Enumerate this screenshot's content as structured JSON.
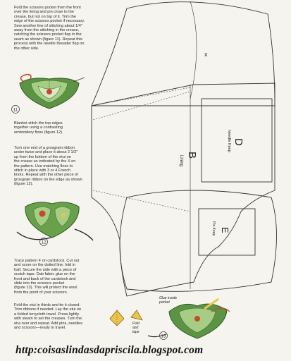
{
  "instructions": {
    "step1": "Fold the scissors pocket from the front\nover the lining and pin close to the\ncrease, but not on top of it. Trim the\nedge of the scissors pocket if necessary.\nSew another line of stitching about 1/4\"\naway from the stitching in the crease,\ncatching the scissors pocket flap in the\nseam as shown (figure 11). Repeat this\nprocess with the needle threader flap on\nthe other side.",
    "step2": "Blanket stitch the top edges\ntogether using a contrasting\nembroidery floss (figure 12).",
    "step3": "Turn one end of a grosgrain ribbon\nunder twice and place it about 2 1/2\"\nup from the bottom of the etui on\nthe crease as indicated by the X on\nthe pattern. Use matching floss to\nstitch in place with 3 or 4 French\nknots. Repeat with the other piece of\ngrosgrain ribbon on the edge as shown\n(figure 12).",
    "step4": "Trace pattern F on cardstock. Cut out\nand score on the dotted line; fold in\nhalf. Secure the side with a piece of\nscotch tape. Dab fabric glue on the\nfront and back of the cardstock and\nslide into the scissors pocket\n(figure 13). This will protect the wool\nfrom the point of your scissors.",
    "step5": "Fold the etui in thirds and tie it closed.\nTrim ribbons if needed. Lay the etui on\na folded terrycloth towel. Press lightly\nwith steam to set the creases. Turn the\netui over and repeat. Add pins, needles\nand scissors—ready to travel."
  },
  "figures": {
    "fig11": "11",
    "fig12": "12",
    "fig13": "13",
    "glue_label": "Glue inside\npocket",
    "fold_tape_label": "Fold\nand\ntape"
  },
  "pattern": {
    "piece_b_letter": "B",
    "piece_b_label": "Lining",
    "piece_d_letter": "D",
    "piece_d_label": "Needle Keep",
    "piece_e_letter": "E",
    "piece_e_label": "Pin Keep",
    "x_mark": "x"
  },
  "watermark": "http:coisaslindasdapriscila.blogspot.com",
  "colors": {
    "green_dark": "#3f7a3a",
    "green_light": "#9cc47a",
    "red_flower": "#c9472c",
    "yellow_card": "#e9c64a"
  }
}
